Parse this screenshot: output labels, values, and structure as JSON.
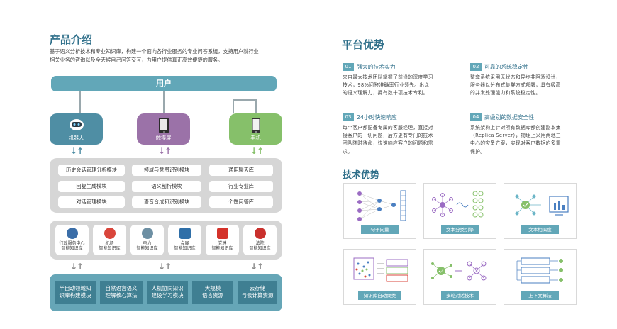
{
  "product": {
    "title": "产品介绍",
    "intro_line1": "基于语义分析技术和专业知识库，构建一个面向各行业服务的专业问答系统，支持用户就行业",
    "intro_line2": "相关业务的咨询以及全天候自己问答交互，为用户提供真正高效便捷的服务。"
  },
  "diagram": {
    "user_label": "用户",
    "devices": [
      {
        "label": "机器人",
        "icon": "robot-icon",
        "color": "#4f8ea4"
      },
      {
        "label": "触摸屏",
        "icon": "tablet-icon",
        "color": "#9b72a8"
      },
      {
        "label": "手机",
        "icon": "phone-icon",
        "color": "#86c06a"
      }
    ],
    "arrow_glyph": "↓↑",
    "modules": [
      [
        "历史会话管理分析模块",
        "领域与意图识别模块",
        "通用聊天库"
      ],
      [
        "回复生成模块",
        "语义剖析模块",
        "行业专业库"
      ],
      [
        "对话管理模块",
        "语音合成和识别模块",
        "个性问答库"
      ]
    ],
    "knowledge_bases": [
      {
        "line1": "行政服务中心",
        "line2": "智能知识库",
        "color": "#3b6ea8"
      },
      {
        "line1": "机场",
        "line2": "智能知识库",
        "color": "#d9453b"
      },
      {
        "line1": "电力",
        "line2": "智能知识库",
        "color": "#6d8fa3"
      },
      {
        "line1": "会展",
        "line2": "智能知识库",
        "color": "#2f6fa8"
      },
      {
        "line1": "党建",
        "line2": "智能知识库",
        "color": "#d4322a"
      },
      {
        "line1": "法院",
        "line2": "智能知识库",
        "color": "#c9302c"
      }
    ],
    "bottom": [
      {
        "line1": "半自动领域知",
        "line2": "识库构建模块"
      },
      {
        "line1": "自然语言语义",
        "line2": "理解核心算法"
      },
      {
        "line1": "人机协同知识",
        "line2": "建设学习模块"
      },
      {
        "line1": "大规模",
        "line2": "语言资源"
      },
      {
        "line1": "云存储",
        "line2": "与云计算资源"
      }
    ]
  },
  "platform": {
    "title": "平台优势",
    "items": [
      {
        "num": "01",
        "title": "强大的技术实力",
        "lines": [
          "来自最大技术团队掌握了前沿的深度学习",
          "技术，98%问答准确率行业领先。出众",
          "的语义理解力，拥有数十项技术专利。"
        ]
      },
      {
        "num": "02",
        "title": "可靠的系统稳定性",
        "lines": [
          "整套系统采用无状态和异步非阻塞设计，",
          "服务器以分布式集群方式部署，具有极高",
          "的并发处理能力和系统稳定性。"
        ]
      },
      {
        "num": "03",
        "title": "24小时快速响应",
        "lines": [
          "每个客户都配备专属的客服经理，直接对",
          "接客户的一切问题，后方更有专门的技术",
          "团队随时待命，快速响应客户的问题和需",
          "求。"
        ]
      },
      {
        "num": "04",
        "title": "高级别的数据安全性",
        "lines": [
          "系统架构上针对所有数据库都创建副本集",
          "（Replica Server），物理上采用两地三",
          "中心的灾备方案，实现对客户数据的多重",
          "保护。"
        ]
      }
    ]
  },
  "tech": {
    "title": "技术优势",
    "cards": [
      {
        "caption": "句子向量",
        "icon": "neural-network-icon"
      },
      {
        "caption": "文本分类引擎",
        "icon": "text-classification-icon"
      },
      {
        "caption": "文本相似度",
        "icon": "text-similarity-icon"
      },
      {
        "caption": "知识库自动聚类",
        "icon": "clustering-icon"
      },
      {
        "caption": "多轮对话技术",
        "icon": "dialogue-icon"
      },
      {
        "caption": "上下文算法",
        "icon": "context-algorithm-icon"
      }
    ]
  }
}
